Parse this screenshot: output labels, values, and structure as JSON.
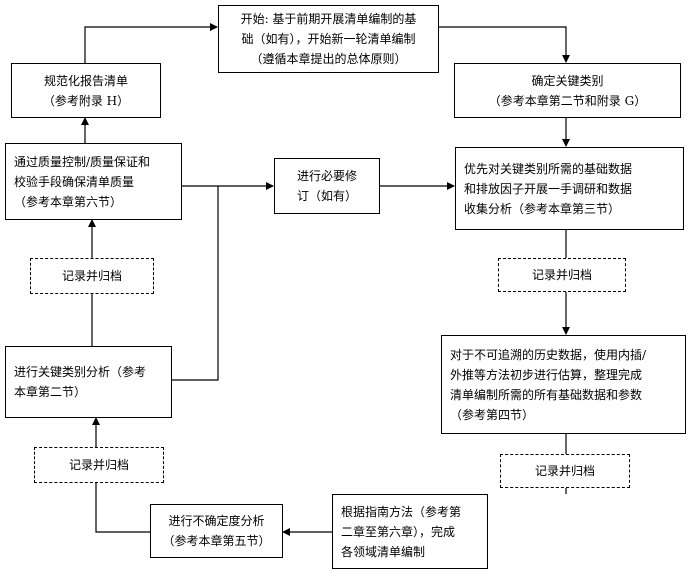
{
  "nodes": {
    "start": {
      "lines": [
        "开始: 基于前期开展清单编制的基",
        "础（如有），开始新一轮清单编制",
        "（遵循本章提出的总体原则）"
      ]
    },
    "key_category": {
      "lines": [
        "确定关键类别",
        "（参考本章第二节和附录 G）"
      ]
    },
    "data_collection": {
      "lines": [
        "优先对关键类别所需的基础数据",
        "和排放因子开展一手调研和数据",
        "收集分析（参考本章第三节）"
      ]
    },
    "record_right_1": {
      "lines": [
        "记录并归档"
      ]
    },
    "estimation": {
      "lines": [
        "对于不可追溯的历史数据，使用内插/",
        "外推等方法初步进行估算，整理完成",
        "清单编制所需的所有基础数据和参数",
        "（参考第四节）"
      ]
    },
    "record_right_2": {
      "lines": [
        "记录并归档"
      ]
    },
    "compile": {
      "lines": [
        "根据指南方法（参考第",
        "二章至第六章），完成",
        "各领域清单编制"
      ]
    },
    "uncertainty": {
      "lines": [
        "进行不确定度分析",
        "（参考本章第五节）"
      ]
    },
    "record_left_bottom": {
      "lines": [
        "记录并归档"
      ]
    },
    "key_analysis": {
      "lines": [
        "进行关键类别分析（参考",
        "本章第二节）"
      ]
    },
    "record_left_mid": {
      "lines": [
        "记录并归档"
      ]
    },
    "qa_qc": {
      "lines": [
        "通过质量控制/质量保证和",
        "校验手段确保清单质量",
        "（参考本章第六节）"
      ]
    },
    "report": {
      "lines": [
        "规范化报告清单",
        "（参考附录 H）"
      ]
    },
    "revise": {
      "lines": [
        "进行必要修",
        "订（如有）"
      ]
    }
  }
}
